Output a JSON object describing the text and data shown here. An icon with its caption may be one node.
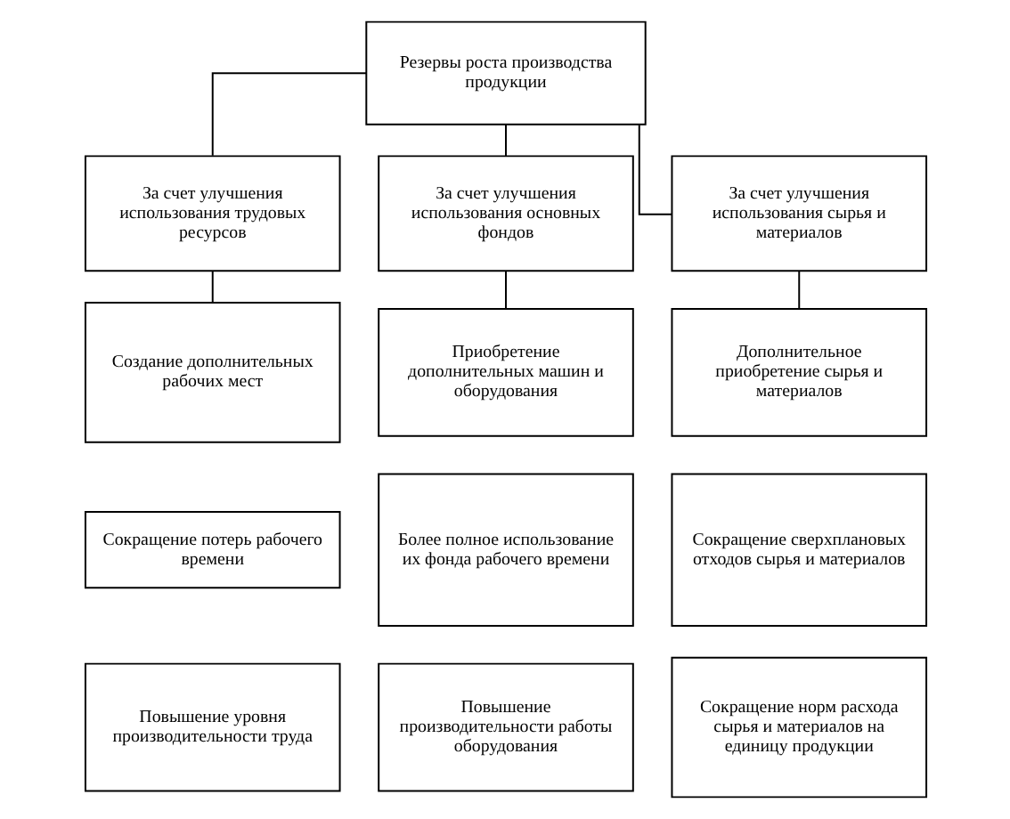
{
  "diagram": {
    "nodes": [
      {
        "text": [
          "Резервы роста производства продукции"
        ]
      },
      {
        "text": [
          "За счет улучшения использования трудовых ресурсов"
        ]
      },
      {
        "text": [
          "За счет улучшения использования основных фондов"
        ]
      },
      {
        "text": [
          "За счет улучшения использования сырья и материалов"
        ]
      },
      {
        "text": [
          "Создание дополнительных рабочих мест"
        ]
      },
      {
        "text": [
          "Сокращение потерь рабочего времени"
        ]
      },
      {
        "text": [
          "Повышение уровня производительности труда"
        ]
      },
      {
        "text": [
          "Приобретение дополнительных машин и оборудования"
        ]
      },
      {
        "text": [
          "Более полное использование их фонда рабочего времени"
        ]
      },
      {
        "text": [
          "Повышение производительности работы оборудования"
        ]
      },
      {
        "text": [
          "Дополнительное приобретение сырья и материалов"
        ]
      },
      {
        "text": [
          "Сокращение сверхплановых отходов сырья и материалов"
        ]
      },
      {
        "text": [
          "Сокращение норм расхода сырья и материалов на единицу продукции"
        ]
      }
    ],
    "edges": [
      {
        "from": 0,
        "to": 1,
        "arrow": "none"
      },
      {
        "from": 0,
        "to": 2,
        "arrow": "none"
      },
      {
        "from": 0,
        "to": 3,
        "arrow": "none"
      },
      {
        "from": 1,
        "to": 4,
        "arrow": "none"
      },
      {
        "from": 2,
        "to": 7,
        "arrow": "none"
      },
      {
        "from": 3,
        "to": 10,
        "arrow": "none"
      }
    ]
  }
}
